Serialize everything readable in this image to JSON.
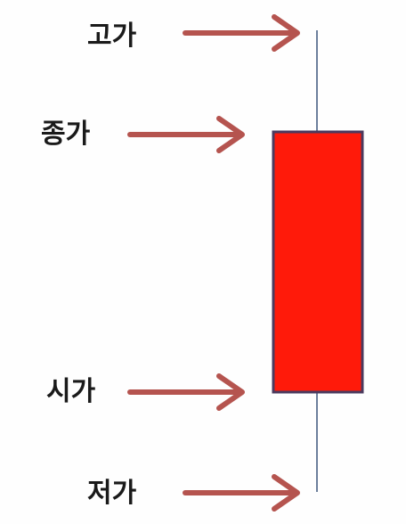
{
  "diagram": {
    "labels": {
      "high": "고가",
      "close": "종가",
      "open": "시가",
      "low": "저가"
    },
    "colors": {
      "candle_body": "#ff1a0a",
      "candle_border": "#4b3a5e",
      "wick": "#6c7f9c",
      "arrow": "#b5544f",
      "text": "#1a1a1a"
    }
  }
}
